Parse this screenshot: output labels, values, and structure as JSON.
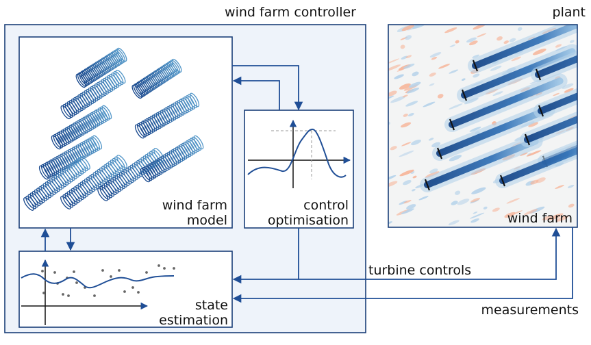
{
  "controller": {
    "title": "wind farm controller",
    "model": {
      "line1": "wind farm",
      "line2": "model"
    },
    "optimisation": {
      "line1": "control",
      "line2": "optimisation"
    },
    "estimation": {
      "line1": "state",
      "line2": "estimation"
    }
  },
  "plant": {
    "title": "plant",
    "label": "wind farm"
  },
  "signals": {
    "turbine_controls": "turbine controls",
    "measurements": "measurements"
  },
  "colors": {
    "controller_fill": "#eef3fa",
    "border": "#1a3f78",
    "arrow": "#1f4e96",
    "wake_dark": "#1d4f96",
    "wake_light": "#9cc3e4",
    "plant_bg": "#f3f4f4",
    "flow_positive": "#f6b59a",
    "flow_negative": "#b5d2ea",
    "markers": "#666666"
  }
}
